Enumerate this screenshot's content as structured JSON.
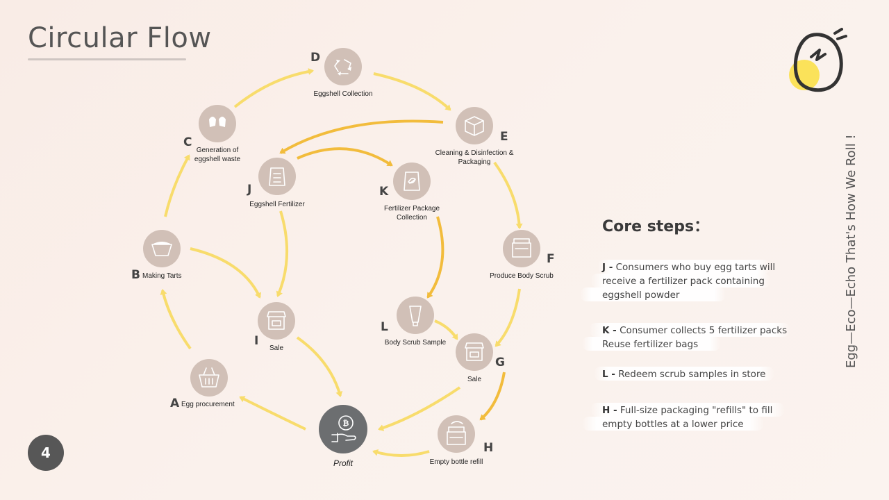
{
  "title": "Circular Flow",
  "page_number": "4",
  "side_text": "Egg—Eco—Echo  That's How We Roll !",
  "core_steps": {
    "title": "Core steps：",
    "items": [
      {
        "key": "J -",
        "lines": [
          "Consumers who buy egg tarts will",
          "receive a fertilizer pack containing",
          "eggshell powder"
        ]
      },
      {
        "key": "K -",
        "lines": [
          "Consumer collects 5 fertilizer packs",
          "Reuse fertilizer bags"
        ]
      },
      {
        "key": "L -",
        "lines": [
          "Redeem scrub samples in store"
        ]
      },
      {
        "key": "H -",
        "lines": [
          "Full-size packaging \"refills\" to fill",
          "empty bottles at a lower price"
        ]
      }
    ]
  },
  "nodes": {
    "a": {
      "letter": "A",
      "label": [
        "Egg procurement"
      ],
      "icon": "basket-icon"
    },
    "b": {
      "letter": "B",
      "label": [
        "Making Tarts"
      ],
      "icon": "tart-icon"
    },
    "c": {
      "letter": "C",
      "label": [
        "Generation of",
        "eggshell waste"
      ],
      "icon": "eggshell-icon"
    },
    "d": {
      "letter": "D",
      "label": [
        "Eggshell Collection"
      ],
      "icon": "recycle-icon"
    },
    "e": {
      "letter": "E",
      "label": [
        "Cleaning & Disinfection &",
        "Packaging"
      ],
      "icon": "box-icon"
    },
    "f": {
      "letter": "F",
      "label": [
        "Produce Body Scrub"
      ],
      "icon": "jar-icon"
    },
    "g": {
      "letter": "G",
      "label": [
        "Sale"
      ],
      "icon": "shop-icon"
    },
    "h": {
      "letter": "H",
      "label": [
        "Empty bottle refill"
      ],
      "icon": "refill-jar-icon"
    },
    "i": {
      "letter": "I",
      "label": [
        "Sale"
      ],
      "icon": "shop-icon"
    },
    "j": {
      "letter": "J",
      "label": [
        "Eggshell Fertilizer"
      ],
      "icon": "fertilizer-bag-icon"
    },
    "k": {
      "letter": "K",
      "label": [
        "Fertilizer Package",
        "Collection"
      ],
      "icon": "package-icon"
    },
    "l": {
      "letter": "L",
      "label": [
        "Body Scrub Sample"
      ],
      "icon": "tube-icon"
    },
    "profit": {
      "letter": "",
      "label": [
        "Profit"
      ],
      "icon": "coin-hand-icon"
    }
  },
  "colors": {
    "arrow_light": "#f8dc6c",
    "arrow_dark": "#f2bc3c",
    "node": "#d1c0b7",
    "profit_node": "#6c6e70",
    "logo_yellow": "#fbe25a"
  }
}
